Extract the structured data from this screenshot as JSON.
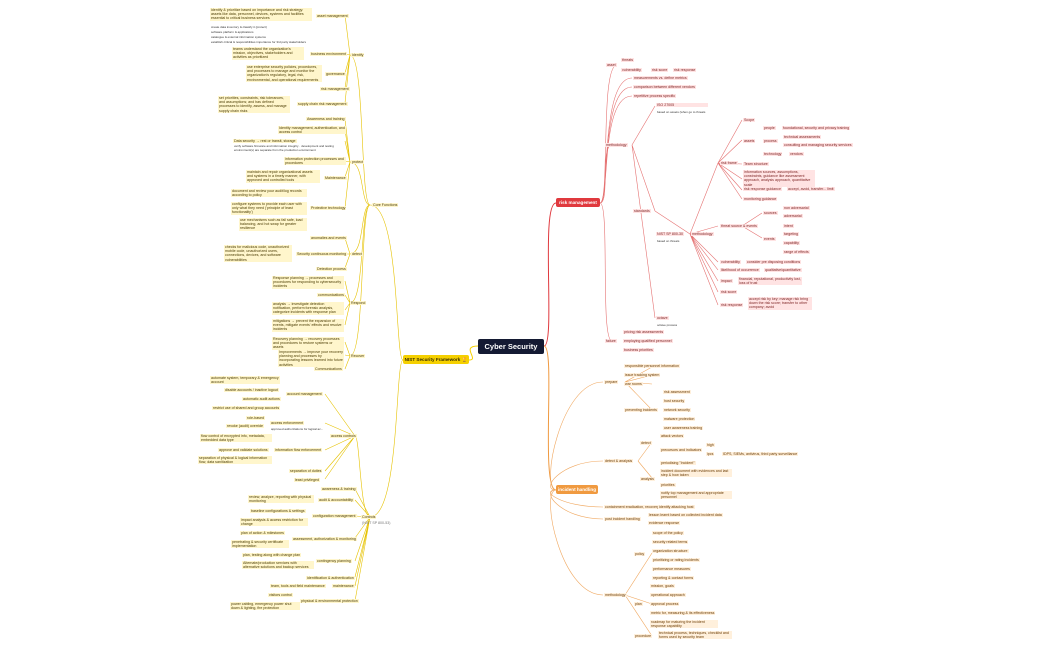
{
  "root": "Cyber Security",
  "branches": {
    "nist": "NIST Security Framework 🏆",
    "risk": "risk management",
    "incident": "incident handling"
  },
  "colors": {
    "root": "#141a33",
    "nist": "#f5d000",
    "risk": "#e0393e",
    "incident": "#f09a40"
  },
  "nist": {
    "core_functions": "Core Functions",
    "controls": "Controls",
    "controls_note": "(NIST SP 800-53)",
    "identify": {
      "label": "identify",
      "asset_management": "asset management",
      "asset_desc": "identify & prioritize based on importance and risk strategy: assets like data, personnel, devices, systems and facilities essential to critical business services",
      "asset_sub": [
        "create data inventory & classify it (protect)",
        "software platform & applications",
        "catalogue & external information systems",
        "establish critical & responsibilities importance for 3rd party stakeholders"
      ],
      "business_environment": "business environment",
      "business_desc": "teams understand the organization's mission, objectives, stakeholders and activities as prioritized",
      "governance": "governance",
      "governance_desc": "use enterprise security policies, procedures, and processes to manage and monitor the organization's regulatory, legal, risk, environmental, and operational requirements",
      "risk_management": "risk management",
      "supply_chain": "supply chain risk management",
      "supply_desc": "set priorities, constraints, risk tolerances, and assumptions; and has defined processes to identify, assess, and manage supply chain risks"
    },
    "protect": {
      "label": "protect",
      "awareness": "Awareness and training",
      "identity": "Identity management, authentication, and access control",
      "data_security": "Data security → rest or transit, storage",
      "data_sub": "verify software  firmware  and information integrity · development and testing environment(s) are separate from the production environment",
      "info_protection": "information protection processes and procedures",
      "maintenance": "Maintenance",
      "maintenance_desc": "maintain and repair organizational assets and systems in a timely manner, with approved and controlled tools",
      "protective_tech": "Protective technology",
      "pt_items": [
        "document and review your audit/log records according to policy",
        "configure systems to provide each user with only what they need ('principle of least functionality')",
        "use mechanisms such as fail safe, load balancing, and hot swap for greater resilience"
      ]
    },
    "detect": {
      "label": "detect",
      "anomalies": "anomalies and events",
      "monitoring": "Security continuous monitoring",
      "monitoring_desc": "checks for malicious code, unauthorized mobile code, unauthorized users, connections, devices, and software vulnerabilities",
      "detection": "Detection process"
    },
    "respond": {
      "label": "Respond",
      "planning": "Response planning → processes and procedures for responding to cybersecurity incidents",
      "communications": "communications",
      "analysis": "analysis → investigate detection notification, perform forensic analysis, categorize incidents with response plan",
      "mitigations": "mitigations → prevent the expansion of events, mitigate events' effects and resolve incidents"
    },
    "recover": {
      "label": "Recover",
      "planning": "Recovery planning → recovery processes and procedures to restore systems or assets",
      "improvements": "Improvements → improve your recovery planning and processes by incorporating lessons learned into future activities",
      "communications": "Communications"
    },
    "access": {
      "label": "access controls",
      "account_management": "account management",
      "am_items": [
        "automate system, temporary & emergency account",
        "disable accounts / inactive logout",
        "automatic audit actions",
        "restrict use of shared and group accounts"
      ],
      "enforcement": "access enforcement",
      "enf_items": [
        "role-based",
        "revoke (audit) override"
      ],
      "enf_note": "approved authorizations for logical ac...",
      "flow": "information flow enforcement",
      "flow_items": [
        "flow control of encrypted info, metadata, embedded data type",
        "approve and validate solutions",
        "separation of physical & logical information flow, data sanitization"
      ],
      "separation": "separation of duties",
      "least_privilege": "least privileged"
    },
    "controls_list": {
      "awareness": "awareness & training",
      "audit": "audit & accountability",
      "audit_desc": "review, analyze, reporting with physical monitoring",
      "config": "configuration management",
      "config_items": [
        "baseline configurations & settings",
        "impact analysis & access restriction for change"
      ],
      "assessment": "assessment, authorization & monitoring",
      "assessment_items": [
        "plan of action & milestones",
        "penetrating & security certificate implementation"
      ],
      "contingency": "contingency planning",
      "contingency_items": [
        "plan, testing along with change plan",
        "Alternate/production services with alternative solutions and backup services"
      ],
      "identification": "identification & authentication",
      "maintenance": "maintenance",
      "maintenance_item": "team, tools and field maintenance",
      "physical": "physical & environmental protection",
      "physical_items": [
        "visitors control",
        "power cabling, emergency power shut down & lighting, fire protection"
      ]
    }
  },
  "risk": {
    "asset": "asset",
    "threats": "threats",
    "vulnerability": "vulnerability",
    "risk_score": "risk score",
    "risk_response": "risk response",
    "measurements": "measurements vs. define metrics",
    "comparison": "comparison between different vendors",
    "repetitive": "repetitive process specific",
    "methodology": "methodology",
    "iso": "ISO 27005",
    "iso_note": "based on assets (when go to threats",
    "standards": "standards",
    "nist800": "NIST SP 800-30",
    "nist800_note": "based on threats",
    "methodology2": "methodology",
    "risk_frame": "risk frame",
    "scope": "Scope",
    "people": "people",
    "people_note": "foundational, security and privacy training",
    "assets": "assets",
    "process": "process",
    "process_items": [
      "technical assessments",
      "consulting and managing security services"
    ],
    "technology": "technology",
    "vendors": "vendors",
    "team_structure": "Team structure",
    "inputs": "information sources, assumptions, constraints, guidance like assessment approach, analysis approach, quantitative scale",
    "response_guidance": "risk response guidance",
    "response_guidance_note": "accept, avoid, transfer... limit",
    "monitoring_guidance": "monitoring guidance",
    "threat_sources": "threat source & events",
    "sources": "sources",
    "sources_items": [
      "non adversarial",
      "adversarial"
    ],
    "events": "events",
    "events_items": [
      "intent",
      "targeting",
      "capability",
      "range of effects"
    ],
    "vulnerability2": "vulnerability",
    "vuln_note": "consider pre disposing conditions",
    "likelihood": "likelihood of occurrence",
    "likelihood_note": "qualitative/quantitative",
    "impact": "impact",
    "impact_note": "financial, reputational, productivity lost, loss of trust",
    "risk_score2": "risk score",
    "risk_response2": "risk response",
    "risk_response_note": "accept risk by key; manage risk bring down the risk score; transfer to other company; avoid",
    "octave": "octave",
    "octave_note": "octave process",
    "failure": "failure",
    "failure_items": [
      "pricing risk assessments",
      "employing qualified personnel",
      "business priorities"
    ]
  },
  "incident": {
    "prepare": "prepare",
    "prepare_items": [
      "responsible personnel information",
      "issue tracking system"
    ],
    "war_rooms": "war rooms",
    "preventing": "preventing incidents",
    "preventing_items": [
      "risk assessment",
      "host security",
      "network security",
      "malware protection",
      "user awareness training"
    ],
    "detect_analysis": "detect & analysis",
    "detect": "detect",
    "detect_items": [
      "attack vectors",
      "precursors and indicators"
    ],
    "high": "high",
    "ipc": "ipcs",
    "ipc_note": "IDPS, SIEMs, antivirus, third party surveillance",
    "analysis": "analysis",
    "analysis_items": [
      "periodising \"Incident\"",
      "incident document with evidences and last step & how taken",
      "priorities",
      "notify top management and appropriate personnel"
    ],
    "containment": "containment eradication, recovery",
    "containment_item": "identify attacking host",
    "post": "post incident handling",
    "post_items": [
      "lesson learnt based on collected incident data",
      "evidence response"
    ],
    "methodology": "methodology",
    "policy": "policy",
    "policy_items": [
      "scope of the policy",
      "security related terms",
      "organization structure",
      "prioritizing or rating incidents",
      "performance measures",
      "reporting & contact forms"
    ],
    "plan": "plan",
    "plan_items": [
      "mission, goals",
      "operational approach",
      "approval process",
      "metric for, measuring & its effectiveness",
      "roadmap for maturing the incident response capability"
    ],
    "procedure": "procedure",
    "procedure_note": "technical process, techniques, checklist and forms used by security team"
  }
}
